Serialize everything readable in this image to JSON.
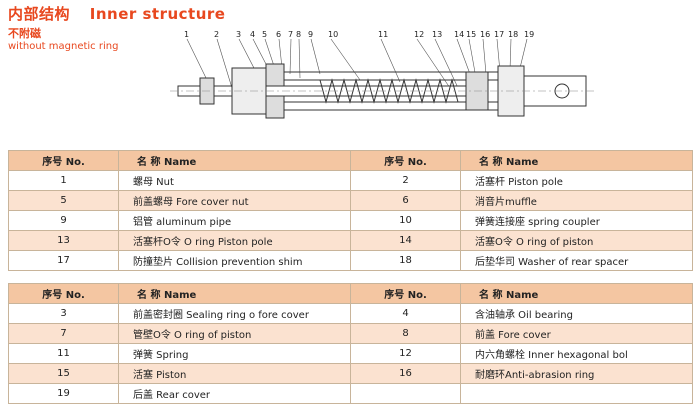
{
  "header": {
    "title_cn": "内部结构",
    "title_en": "Inner structure",
    "subtitle_cn": "不附磁",
    "subtitle_en": "without magnetic ring"
  },
  "drawing": {
    "callouts": [
      "1",
      "2",
      "3",
      "4",
      "5",
      "6",
      "7",
      "8",
      "9",
      "10",
      "11",
      "12",
      "13",
      "14",
      "15",
      "16",
      "17",
      "18",
      "19"
    ]
  },
  "columns": {
    "no": "序号 No.",
    "name": "名 称 Name"
  },
  "table1": [
    {
      "n1": "1",
      "name1": "螺母  Nut",
      "n2": "2",
      "name2": "活塞杆  Piston pole",
      "shade": false
    },
    {
      "n1": "5",
      "name1": "前盖螺母 Fore cover nut",
      "n2": "6",
      "name2": "消音片muffle",
      "shade": true
    },
    {
      "n1": "9",
      "name1": "铝管 aluminum pipe",
      "n2": "10",
      "name2": "弹簧连接座 spring coupler",
      "shade": false
    },
    {
      "n1": "13",
      "name1": "活塞杆O令 O ring Piston pole",
      "n2": "14",
      "name2": "活塞O令 O ring of piston",
      "shade": true
    },
    {
      "n1": "17",
      "name1": "防撞垫片 Collision prevention shim",
      "n2": "18",
      "name2": "后垫华司 Washer of rear spacer",
      "shade": false
    }
  ],
  "table2": [
    {
      "n1": "3",
      "name1": "前盖密封圈 Sealing ring o fore cover",
      "n2": "4",
      "name2": "含油轴承 Oil bearing",
      "shade": false
    },
    {
      "n1": "7",
      "name1": "管壁O令 O ring of piston",
      "n2": "8",
      "name2": "前盖 Fore cover",
      "shade": true
    },
    {
      "n1": "11",
      "name1": "弹簧 Spring",
      "n2": "12",
      "name2": "内六角螺栓 Inner hexagonal bol",
      "shade": false
    },
    {
      "n1": "15",
      "name1": "活塞 Piston",
      "n2": "16",
      "name2": "耐磨环Anti-abrasion ring",
      "shade": true
    },
    {
      "n1": "19",
      "name1": "后盖 Rear cover",
      "n2": "",
      "name2": "",
      "shade": false
    }
  ]
}
